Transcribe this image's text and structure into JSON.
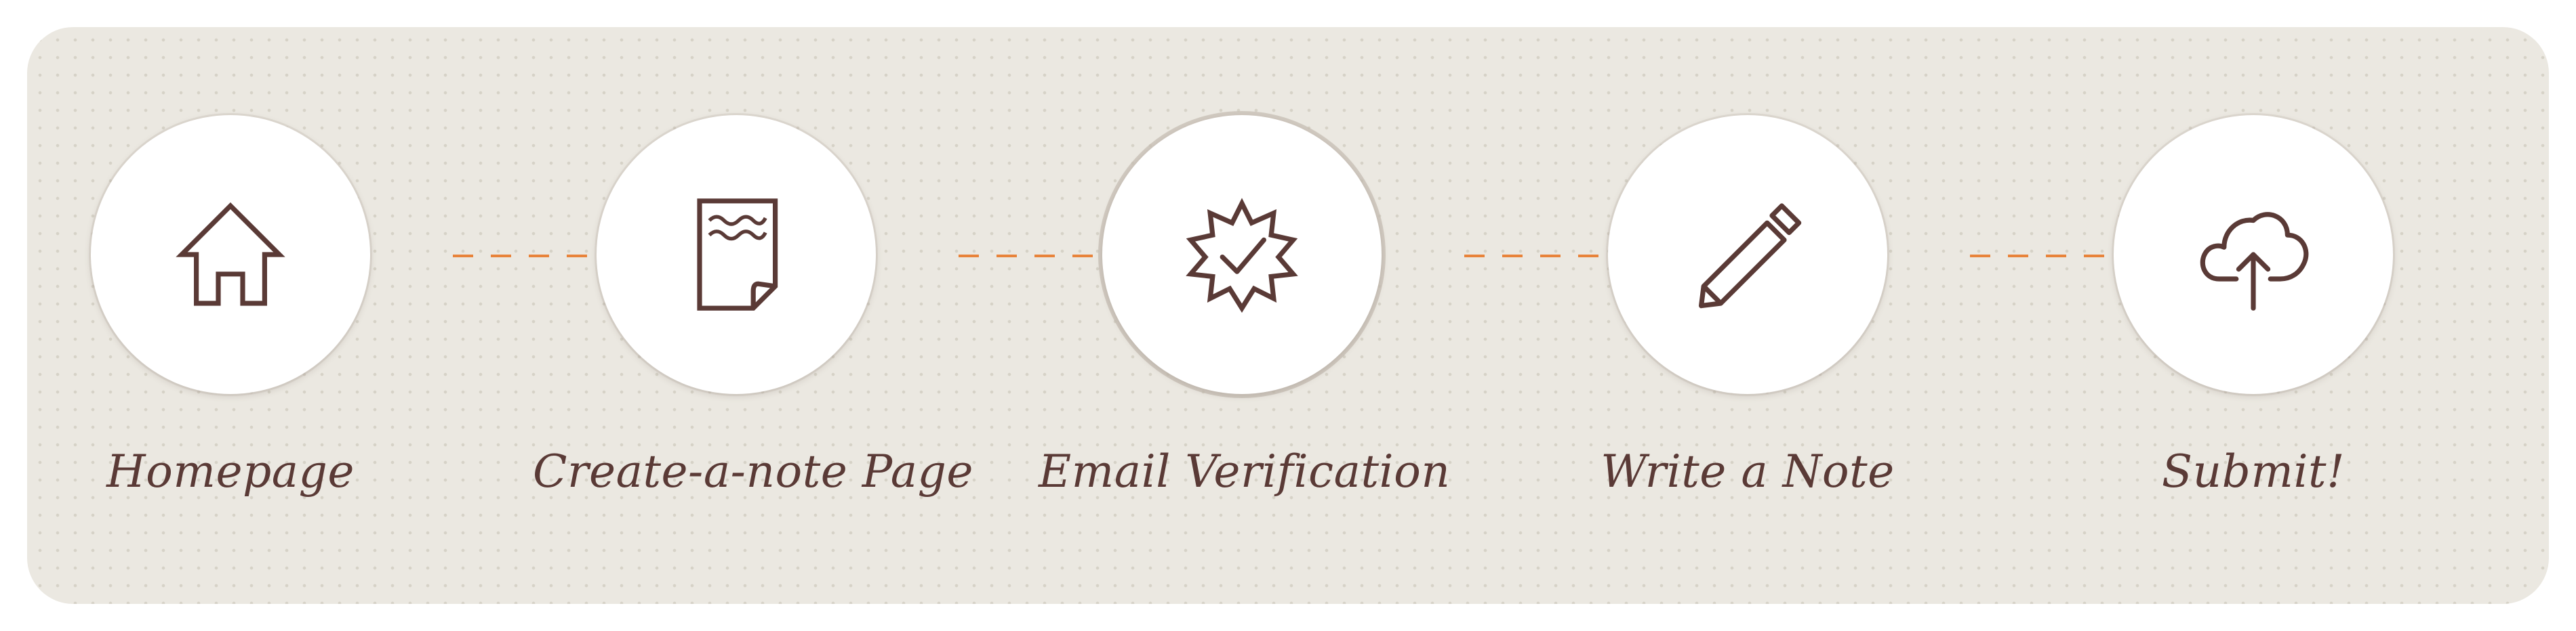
{
  "theme": {
    "panel_color": "#ebe8e1",
    "icon_color": "#5a3a36",
    "arrow_color": "#e8833a",
    "circle_color": "#ffffff"
  },
  "steps": [
    {
      "label": "Homepage",
      "icon": "house-icon"
    },
    {
      "label": "Create-a-note Page",
      "icon": "document-icon"
    },
    {
      "label": "Email Verification",
      "icon": "verified-badge-icon"
    },
    {
      "label": "Write a Note",
      "icon": "pencil-icon"
    },
    {
      "label": "Submit!",
      "icon": "cloud-upload-icon"
    }
  ]
}
